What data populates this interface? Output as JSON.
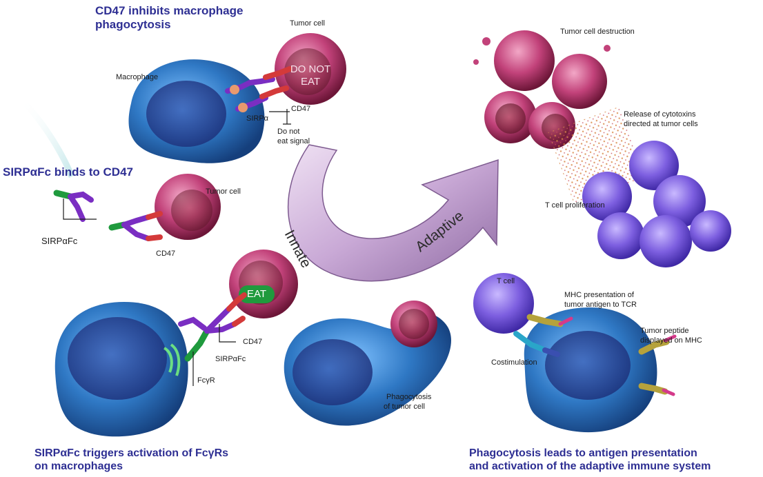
{
  "headings": {
    "cd47_inhibits": [
      "CD47 inhibits macrophage",
      "phagocytosis"
    ],
    "sirpafc_binds": "SIRPαFc binds to CD47",
    "sirpafc_triggers": [
      "SIRPαFc triggers activation of FcγRs",
      "on macrophages"
    ],
    "phagocytosis_leads": [
      "Phagocytosis leads to antigen presentation",
      "and activation of the adaptive immune system"
    ]
  },
  "panel_top_left": {
    "tumor_cell": "Tumor cell",
    "macrophage": "Macrophage",
    "do_not_eat": [
      "DO NOT",
      "EAT"
    ],
    "cd47": "CD47",
    "sirpa": "SIRPα",
    "signal": [
      "Do not",
      "eat signal"
    ]
  },
  "panel_mid_left": {
    "tumor_cell": "Tumor cell",
    "sirpafc": "SIRPαFc",
    "cd47": "CD47"
  },
  "panel_bottom_left": {
    "eat": "EAT",
    "cd47": "CD47",
    "sirpafc": "SIRPαFc",
    "fcgr": "FcγR"
  },
  "panel_bottom_center": {
    "phagocytosis": [
      "Phagocytosis",
      "of tumor cell"
    ]
  },
  "arrow": {
    "innate": "Innate",
    "adaptive": "Adaptive"
  },
  "panel_top_right": {
    "destruction": "Tumor cell destruction",
    "release": [
      "Release of cytotoxins",
      "directed at tumor cells"
    ],
    "proliferation": "T cell proliferation"
  },
  "panel_bottom_right": {
    "t_cell": "T cell",
    "mhc": [
      "MHC presentation of",
      "tumor antigen to TCR"
    ],
    "peptide": [
      "Tumor peptide",
      "displayed on MHC"
    ],
    "costimulation": "Costimulation"
  },
  "colors": {
    "heading": "#2e2f93",
    "macrophage": "#2f78c4",
    "tumor": "#b8396e",
    "tcell": "#7d5fe0",
    "arrow": "#c9a9d6",
    "sirp": "#7a2ec2",
    "cd47": "#d43a3a",
    "fc": "#1f9a3d",
    "eat_badge": "#1f9a3d"
  }
}
